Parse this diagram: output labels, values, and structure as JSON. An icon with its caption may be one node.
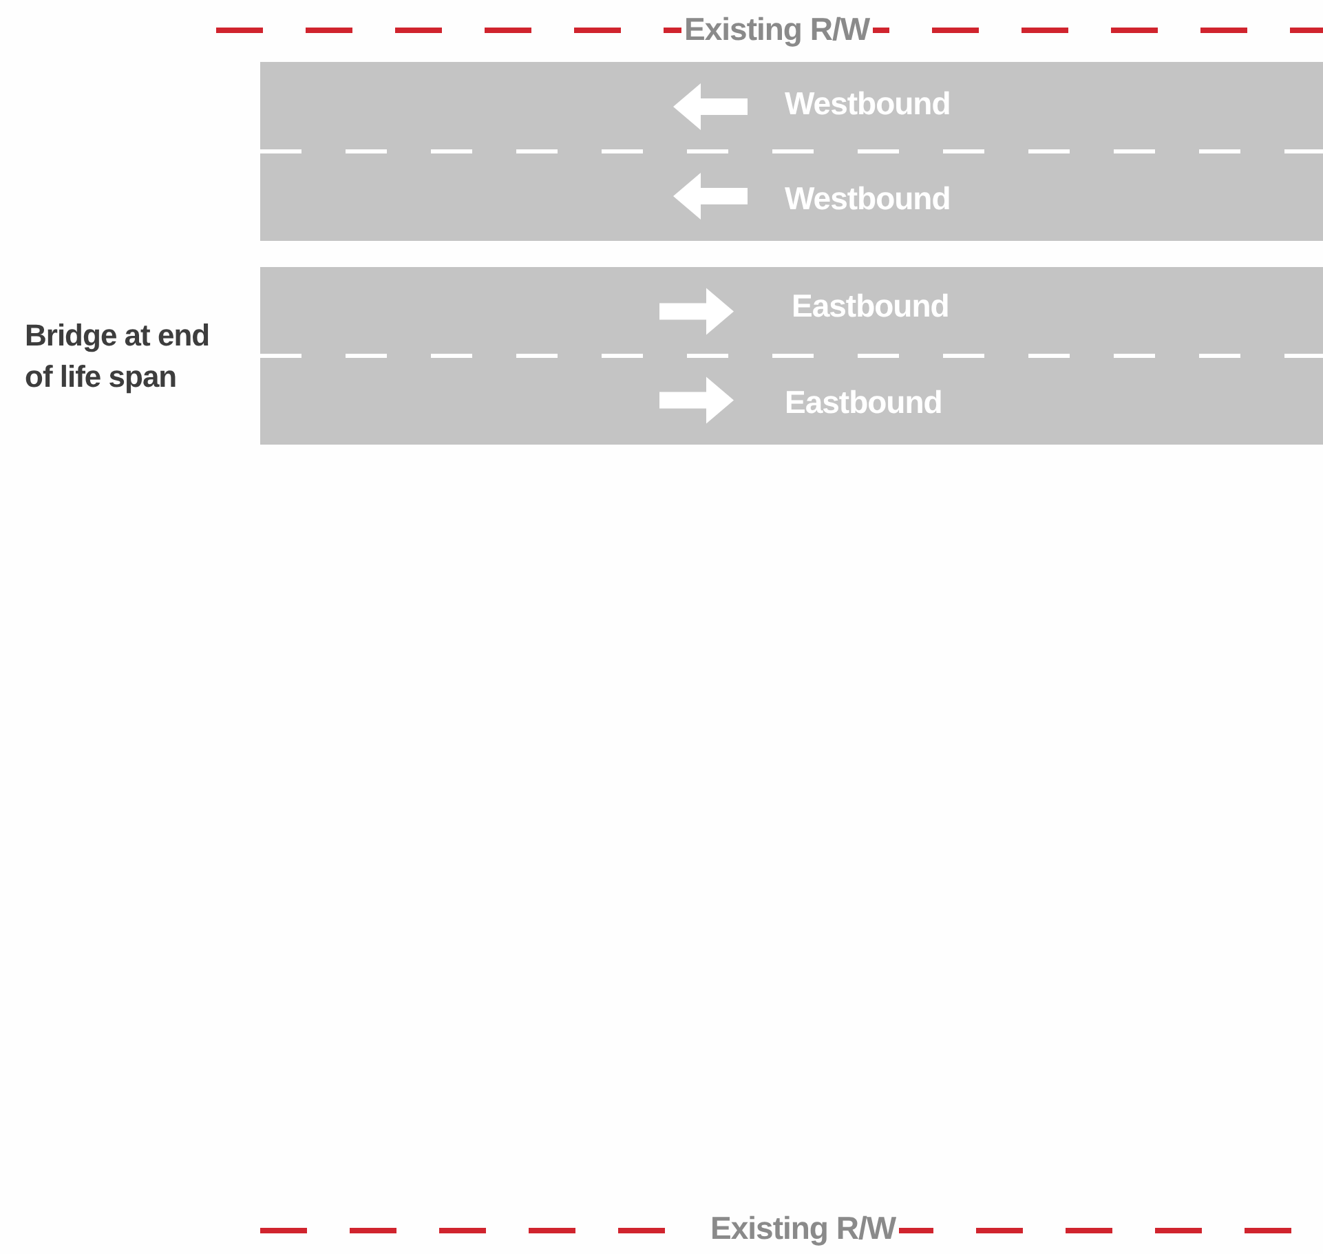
{
  "diagram": {
    "nodes": [
      {
        "text": [
          "Westbound",
          "Westbound"
        ]
      },
      {
        "text": [
          "Eastbound",
          "Eastbound"
        ]
      }
    ],
    "labels": [
      "Existing R/W",
      "Bridge at end of life span",
      "Existing R/W"
    ]
  }
}
